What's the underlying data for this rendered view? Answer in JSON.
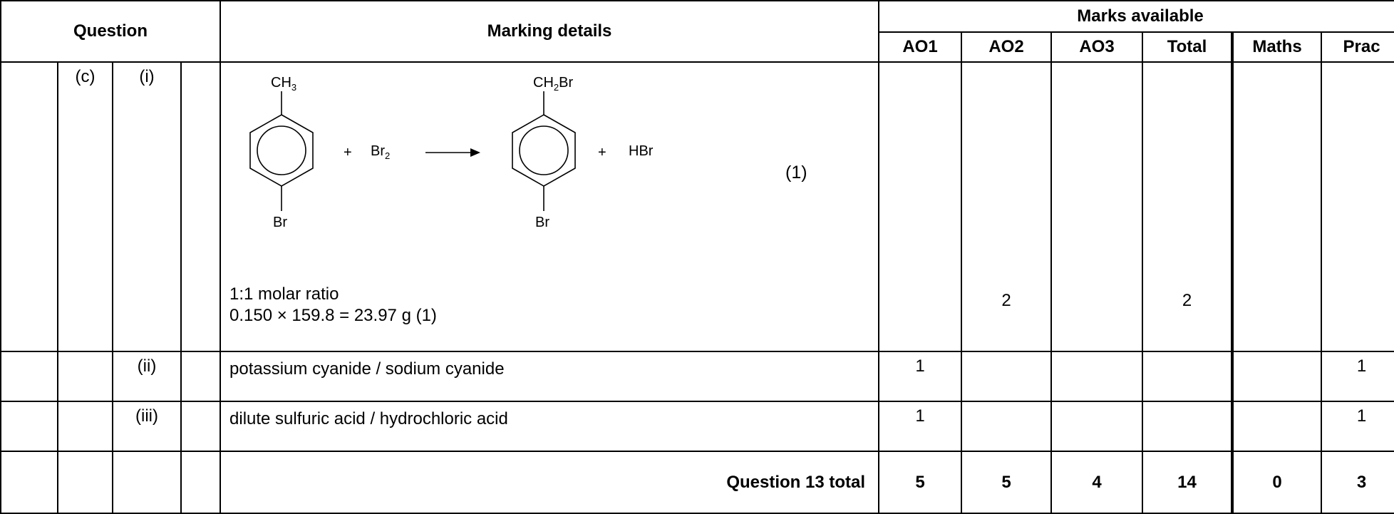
{
  "header": {
    "question": "Question",
    "marking_details": "Marking details",
    "marks_available": "Marks available",
    "columns": [
      "AO1",
      "AO2",
      "AO3",
      "Total",
      "Maths",
      "Prac"
    ]
  },
  "rows": [
    {
      "part": "(c)",
      "sub": "(i)",
      "equation": {
        "reactant_top": "CH",
        "reactant_top_sub": "3",
        "reactant_bottom": "Br",
        "plus1": "+",
        "reagent": "Br",
        "reagent_sub": "2",
        "product_top": "CH",
        "product_top_sub": "2",
        "product_top_tail": "Br",
        "product_bottom": "Br",
        "plus2": "+",
        "byproduct": "HBr",
        "mark": "(1)"
      },
      "lines": [
        "1:1 molar ratio",
        "0.150 × 159.8 = 23.97 g  (1)"
      ],
      "marks": [
        "",
        "2",
        "",
        "2",
        "",
        ""
      ]
    },
    {
      "sub": "(ii)",
      "text": "potassium cyanide / sodium cyanide",
      "marks": [
        "1",
        "",
        "",
        "",
        "",
        "1"
      ]
    },
    {
      "sub": "(iii)",
      "text": "dilute sulfuric acid / hydrochloric acid",
      "marks": [
        "1",
        "",
        "",
        "",
        "",
        "1"
      ]
    }
  ],
  "total": {
    "label": "Question 13 total",
    "marks": [
      "5",
      "5",
      "4",
      "14",
      "0",
      "3"
    ]
  }
}
